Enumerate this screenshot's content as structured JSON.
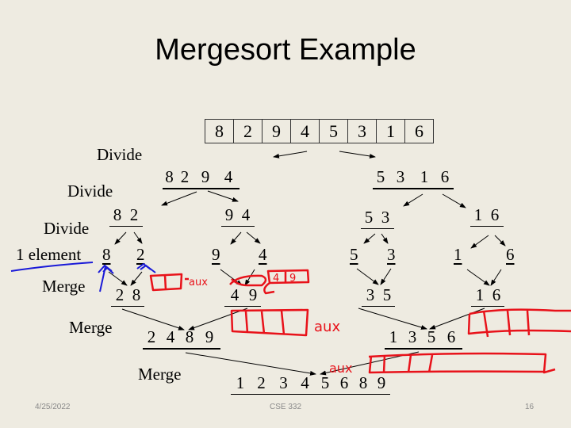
{
  "slide": {
    "title": "Mergesort Example",
    "array": [
      "8",
      "2",
      "9",
      "4",
      "5",
      "3",
      "1",
      "6"
    ],
    "labels": {
      "divide1": "Divide",
      "divide2": "Divide",
      "divide3": "Divide",
      "one_element": "1 element",
      "merge1": "Merge",
      "merge2": "Merge",
      "merge3": "Merge"
    },
    "level1": {
      "left": [
        "8",
        "2",
        "9",
        "4"
      ],
      "right": [
        "5",
        "3",
        "1",
        "6"
      ]
    },
    "level2": {
      "a": [
        "8",
        "2"
      ],
      "b": [
        "9",
        "4"
      ],
      "c": [
        "5",
        "3"
      ],
      "d": [
        "1",
        "6"
      ]
    },
    "singles": [
      "8",
      "2",
      "9",
      "4",
      "5",
      "3",
      "1",
      "6"
    ],
    "merge_pairs": {
      "a": [
        "2",
        "8"
      ],
      "b": [
        "4",
        "9"
      ],
      "c": [
        "3",
        "5"
      ],
      "d": [
        "1",
        "6"
      ]
    },
    "merge_quads": {
      "left": [
        "2",
        "4",
        "8",
        "9"
      ],
      "right": [
        "1",
        "3",
        "5",
        "6"
      ]
    },
    "final": [
      "1",
      "2",
      "3",
      "4",
      "5",
      "6",
      "8",
      "9"
    ]
  },
  "annotations": {
    "aux_labels": [
      "aux",
      "aux",
      "aux"
    ],
    "aux_box_values": [
      "4",
      "9"
    ],
    "ink_red": "#e8121a",
    "ink_blue": "#1a1ad8"
  },
  "footer": {
    "date": "4/25/2022",
    "course": "CSE 332",
    "page": "16"
  }
}
